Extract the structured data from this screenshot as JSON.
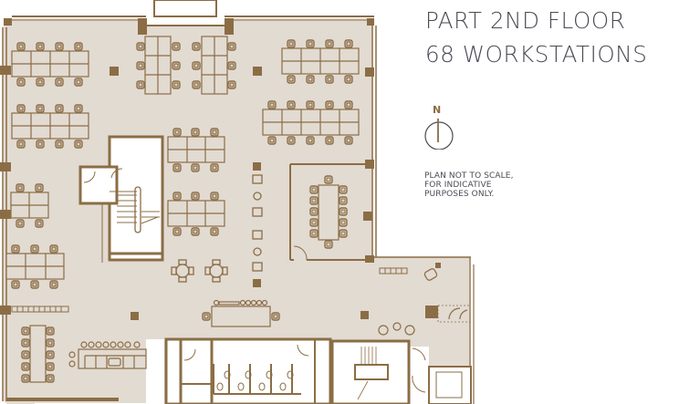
{
  "header": {
    "title_line1": "PART 2ND FLOOR",
    "title_line2": "68 WORKSTATIONS"
  },
  "compass": {
    "label": "N",
    "icon": "north-arrow-icon"
  },
  "disclaimer": {
    "lines": [
      "PLAN NOT TO SCALE,",
      "FOR INDICATIVE",
      "PURPOSES ONLY."
    ]
  },
  "colors": {
    "wall": "#8b6d45",
    "floor": "#e2dbd2",
    "core": "#ffffff",
    "title_text": "#4a4a55",
    "north_accent": "#8b6d45"
  },
  "floorplan": {
    "workstations_total": 68,
    "zones": [
      {
        "name": "open-plan-workstations",
        "desk_clusters": 11
      },
      {
        "name": "meeting-room",
        "seats": 12
      },
      {
        "name": "breakout-tables",
        "count": 2
      },
      {
        "name": "kitchen-island",
        "stools": 7
      },
      {
        "name": "dining-table",
        "seats": 10
      },
      {
        "name": "stair-core"
      },
      {
        "name": "lift-core"
      },
      {
        "name": "toilets",
        "cubicles": 4
      },
      {
        "name": "reception-seating"
      }
    ]
  }
}
